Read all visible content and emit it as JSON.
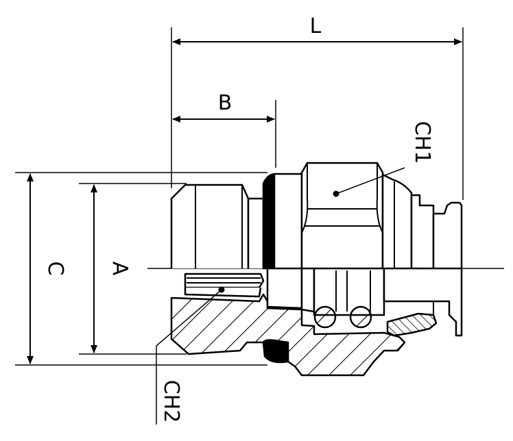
{
  "labels": {
    "L": "L",
    "B": "B",
    "C": "C",
    "A": "A",
    "CH1": "CH1",
    "CH2": "CH2"
  },
  "colors": {
    "line": "#000000",
    "background": "#ffffff",
    "seal": "#000000"
  }
}
